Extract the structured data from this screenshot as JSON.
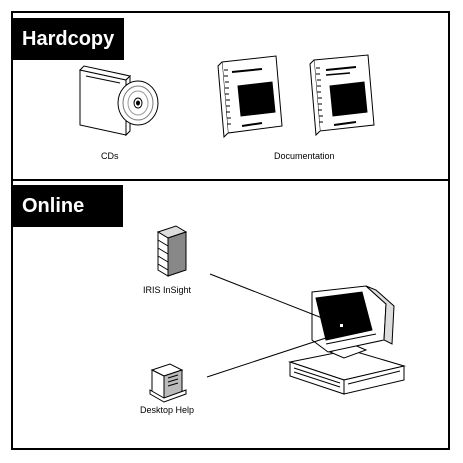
{
  "sections": {
    "hardcopy": "Hardcopy",
    "online": "Online"
  },
  "labels": {
    "cds": "CDs",
    "documentation": "Documentation",
    "iris_insight": "IRIS InSight",
    "desktop_help": "Desktop Help"
  },
  "icons": {
    "cd_case": "cd-case-icon",
    "cd_disc": "cd-disc-icon",
    "manual": "manual-icon",
    "server": "server-icon",
    "desktop_help": "help-viewer-icon",
    "workstation": "workstation-icon"
  }
}
